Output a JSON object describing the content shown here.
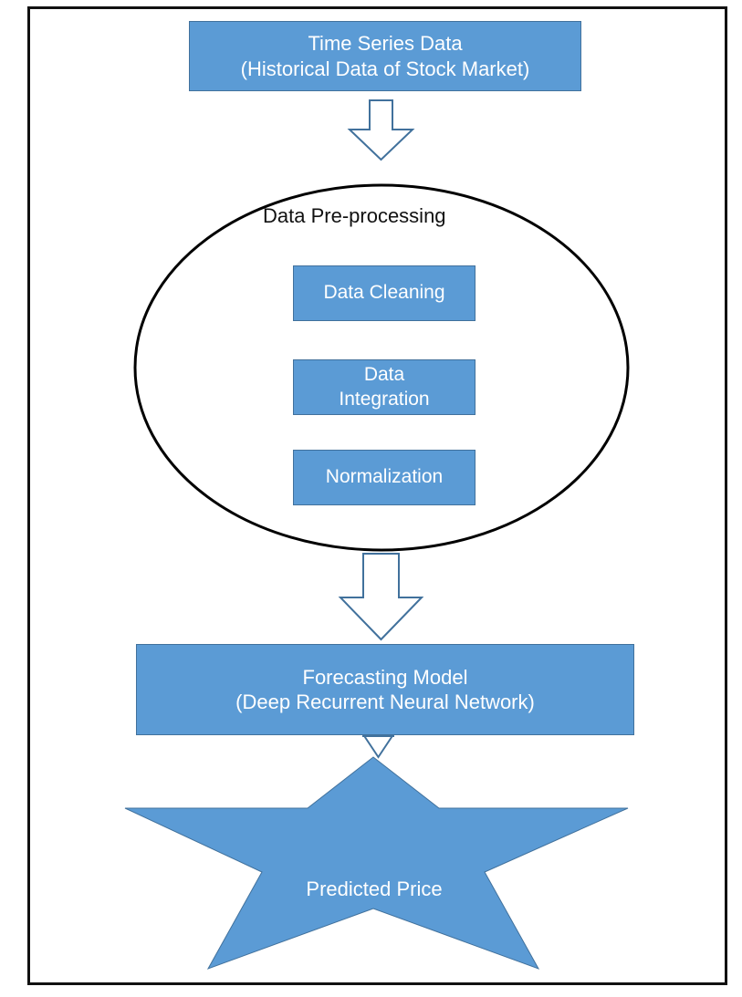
{
  "nodes": {
    "time_series": {
      "line1": "Time Series Data",
      "line2": "(Historical Data of Stock Market)"
    },
    "preprocessing": {
      "title": "Data Pre-processing",
      "steps": [
        {
          "line1": "Data Cleaning"
        },
        {
          "line1": "Data",
          "line2": "Integration"
        },
        {
          "line1": "Normalization"
        }
      ]
    },
    "forecast_model": {
      "line1": "Forecasting Model",
      "line2": "(Deep Recurrent Neural Network)"
    },
    "output": {
      "label": "Predicted Price"
    }
  },
  "colors": {
    "box_fill": "#5b9bd5",
    "box_border": "#41719c",
    "box_text": "#ffffff",
    "arrow_fill": "#ffffff",
    "arrow_stroke": "#41719c",
    "ellipse_stroke": "#000000",
    "frame": "#111111"
  }
}
